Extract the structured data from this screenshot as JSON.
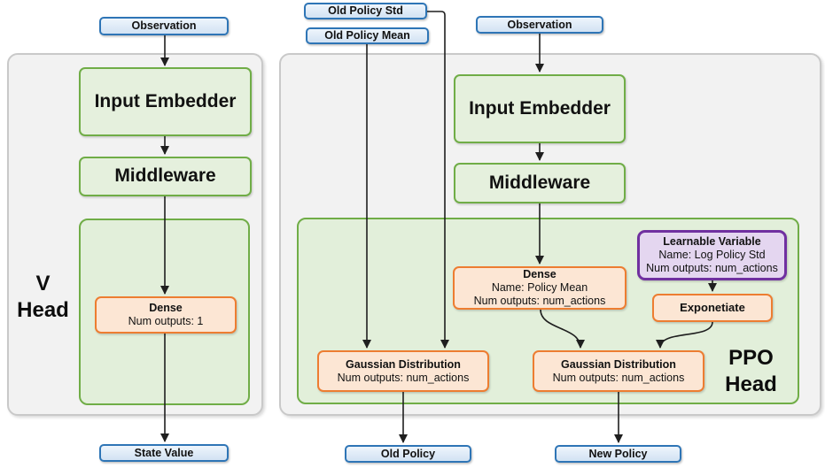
{
  "v_head": {
    "label_line1": "V",
    "label_line2": "Head",
    "observation": "Observation",
    "input_embedder": "Input Embedder",
    "middleware": "Middleware",
    "dense": {
      "title": "Dense",
      "outputs": "Num outputs: 1"
    },
    "state_value": "State Value"
  },
  "ppo_head": {
    "label_line1": "PPO",
    "label_line2": "Head",
    "old_policy_std": "Old Policy Std",
    "old_policy_mean": "Old Policy Mean",
    "observation": "Observation",
    "input_embedder": "Input Embedder",
    "middleware": "Middleware",
    "dense": {
      "title": "Dense",
      "name": "Name: Policy Mean",
      "outputs": "Num outputs: num_actions"
    },
    "learnable_variable": {
      "title": "Learnable Variable",
      "name": "Name: Log Policy Std",
      "outputs": "Num outputs: num_actions"
    },
    "exponetiate": "Exponetiate",
    "gaussian_old": {
      "title": "Gaussian Distribution",
      "outputs": "Num outputs: num_actions"
    },
    "gaussian_new": {
      "title": "Gaussian Distribution",
      "outputs": "Num outputs: num_actions"
    },
    "old_policy": "Old Policy",
    "new_policy": "New Policy"
  },
  "colors": {
    "io_border": "#2E75B6",
    "io_fill_top": "#EEF5FC",
    "io_fill_bottom": "#D2E2F3",
    "block_border": "#70AD47",
    "block_fill": "#E5F0DD",
    "container_green_fill": "#E2EFDA",
    "op_border": "#ED7D31",
    "op_fill": "#FCE6D4",
    "var_border": "#7030A0",
    "var_fill": "#E4D6F0",
    "panel_fill": "#F2F2F2",
    "panel_border": "#C9C9C9",
    "connector": "#1F1F1F"
  }
}
